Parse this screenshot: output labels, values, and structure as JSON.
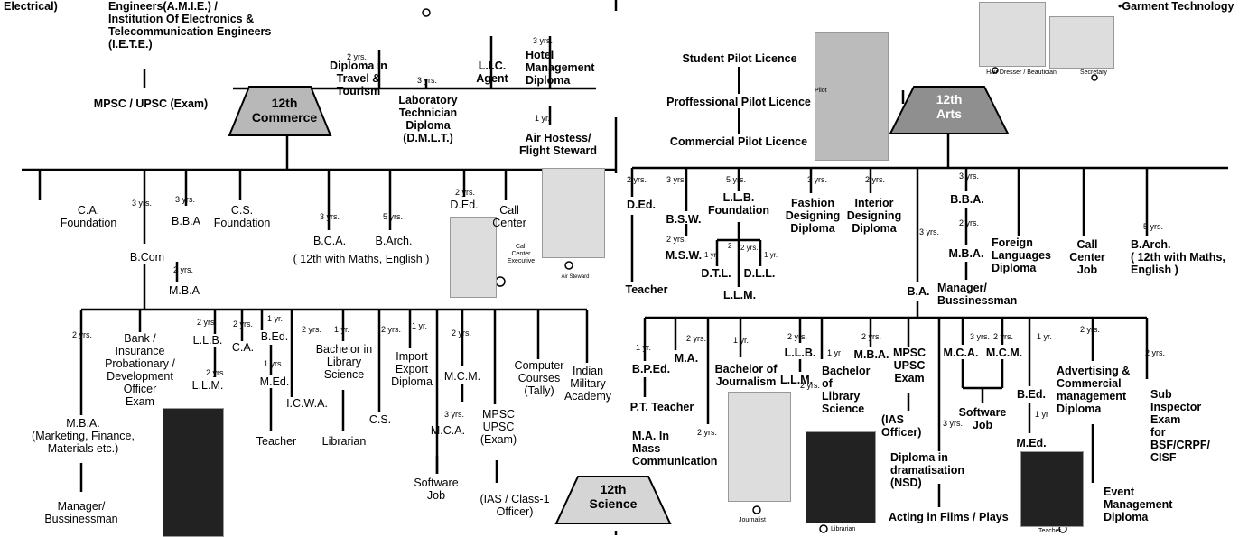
{
  "top_fragments": {
    "electrical": "Electrical)",
    "amie": "Engineers(A.M.I.E.) /\nInstitution Of Electronics &\nTelecommunication Engineers\n(I.E.T.E.)",
    "mpsc_upsc": "MPSC / UPSC (Exam)",
    "garment": "•Garment Technology",
    "hair_dresser_caption": "Hair Dresser / Beautician",
    "secretary_caption": "Secretary"
  },
  "commerce": {
    "trap_label": "12th\nCommerce",
    "top_items": [
      {
        "duration": "2 yrs.",
        "label": "Diploma in\nTravel &\nTourism"
      },
      {
        "duration": "3 yrs.",
        "label": "Laboratory\nTechnician\nDiploma\n(D.M.L.T.)"
      },
      {
        "duration": "",
        "label": "L.I.C.\nAgent"
      },
      {
        "duration": "3 yrs.",
        "label": "Hotel\nManagement\nDiploma"
      },
      {
        "duration": "1 yr.",
        "label": "Air Hostess/\nFlight Steward"
      }
    ],
    "row1": {
      "ca_foundation": "C.A.\nFoundation",
      "bcom_dur": "3 yrs.",
      "bba_dur": "3 yrs.",
      "bba": "B.B.A",
      "cs_foundation": "C.S.\nFoundation",
      "bca_dur": "3 yrs.",
      "barch_dur": "5 yrs.",
      "bca": "B.C.A.",
      "barch": "B.Arch.",
      "bca_note": "( 12th with Maths, English )",
      "ded_dur": "2 yrs.",
      "ded": "D.Ed.",
      "call_center": "Call\nCenter",
      "call_center_caption": "Call\nCenter\nExecutive",
      "air_steward_caption": "Air Steward",
      "bcom": "B.Com",
      "mba_dur": "2 yrs.",
      "mba": "M.B.A"
    },
    "row2": {
      "mba_dur": "2 yrs.",
      "mba": "M.B.A.\n(Marketing, Finance,\nMaterials etc.)",
      "manager": "Manager/\nBussinessman",
      "bank": "Bank /\nInsurance\nProbationary /\nDevelopment\nOfficer\nExam",
      "llb_dur": "2 yrs.",
      "llb": "L.L.B.",
      "llm_dur": "2 yrs.",
      "llm": "L.L.M.",
      "ca_dur": "2 yrs.",
      "ca": "C.A.",
      "bed_dur": "1 yr.",
      "bed": "B.Ed.",
      "med_dur": "1 yrs.",
      "med": "M.Ed.",
      "teacher": "Teacher",
      "icwa": "I.C.W.A.",
      "blib_dur1": "2 yrs.",
      "blib_dur2": "1 yr.",
      "blib": "Bachelor in\nLibrary\nScience",
      "librarian": "Librarian",
      "cs": "C.S.",
      "import_dur1": "2 yrs.",
      "import_dur2": "1 yr.",
      "import": "Import\nExport\nDiploma",
      "mcm_dur": "2 yrs.",
      "mcm": "M.C.M.",
      "mca_dur": "3 yrs.",
      "mca": "M.C.A.",
      "software_job": "Software\nJob",
      "mpsc": "MPSC\nUPSC\n(Exam)",
      "ias": "(IAS / Class-1\nOfficer)",
      "computer": "Computer\nCourses\n(Tally)",
      "military": "Indian\nMilitary\nAcademy"
    }
  },
  "science": {
    "trap_label": "12th\nScience"
  },
  "arts": {
    "trap_label": "12th\nArts",
    "pilot": [
      "Student Pilot Licence",
      "Proffessional Pilot Licence",
      "Commercial Pilot Licence"
    ],
    "pilot_caption": "Pilot",
    "row1": {
      "ded_dur": "2 yrs.",
      "ded": "D.Ed.",
      "teacher": "Teacher",
      "bsw_dur": "3 yrs.",
      "bsw": "B.S.W.",
      "msw_dur": "2 yrs.",
      "msw": "M.S.W.",
      "llb_dur": "5 yrs.",
      "llb": "L.L.B.\nFoundation",
      "dtl_dur": "1 yr.",
      "dtl": "D.T.L.",
      "dll_dur1": "2 yrs.",
      "dll_dur2": "1 yr.",
      "dll": "D.L.L.",
      "mid_dur": "2",
      "llm": "L.L.M.",
      "fashion_dur": "3 yrs.",
      "fashion": "Fashion\nDesigning\nDiploma",
      "interior_dur": "2 yrs.",
      "interior": "Interior\nDesigning\nDiploma",
      "ba_dur": "3 yrs.",
      "ba": "B.A.",
      "bba_dur": "3 yrs.",
      "bba": "B.B.A.",
      "mba_dur": "2 yrs.",
      "mba": "M.B.A.",
      "manager": "Manager/\nBussinessman",
      "foreign": "Foreign\nLanguages\nDiploma",
      "call_center": "Call\nCenter\nJob",
      "barch_dur": "5 yrs.",
      "barch": "B.Arch.\n( 12th with Maths,\nEnglish )"
    },
    "row2": {
      "bped_dur": "1 yr.",
      "bped": "B.P.Ed.",
      "pt_teacher": "P.T. Teacher",
      "ma_dur": "2 yrs.",
      "ma": "M.A.",
      "ma_mass": "M.A. In\nMass\nCommunication",
      "ma_mass_dur": "2 yrs.",
      "journalism_dur": "1 yr.",
      "journalism": "Bachelor of\nJournalism",
      "journalist_caption": "Journalist",
      "llb_dur": "2 yrs.",
      "llb": "L.L.B.",
      "llm_dur": "2 yrs.",
      "llm": "L.L.M.",
      "blib_dur": "1 yr",
      "blib": "Bachelor\nof\nLibrary\nScience",
      "librarian_caption": "Librarian",
      "mba_dur": "2 yrs.",
      "mba": "M.B.A.",
      "mpsc": "MPSC\nUPSC\nExam",
      "ias": "(IAS\nOfficer)",
      "drama": "Diploma in\ndramatisation\n(NSD)",
      "acting": "Acting in Films / Plays",
      "mca_dur": "3 yrs.",
      "mca": "M.C.A.",
      "mcm_dur": "2 yrs.",
      "mcm": "M.C.M.",
      "software_job": "Software\nJob",
      "sw_dur": "3 yrs.",
      "bed_dur": "1 yr.",
      "bed": "B.Ed.",
      "med_dur": "1 yr",
      "med": "M.Ed.",
      "teacher_caption": "Teacher",
      "adv_dur": "2 yrs.",
      "adv": "Advertising &\nCommercial\nmanagement\nDiploma",
      "event": "Event\nManagement\nDiploma",
      "sub_dur": "2 yrs.",
      "sub": "Sub\nInspector\nExam\nfor\nBSF/CRPF/\nCISF"
    }
  }
}
